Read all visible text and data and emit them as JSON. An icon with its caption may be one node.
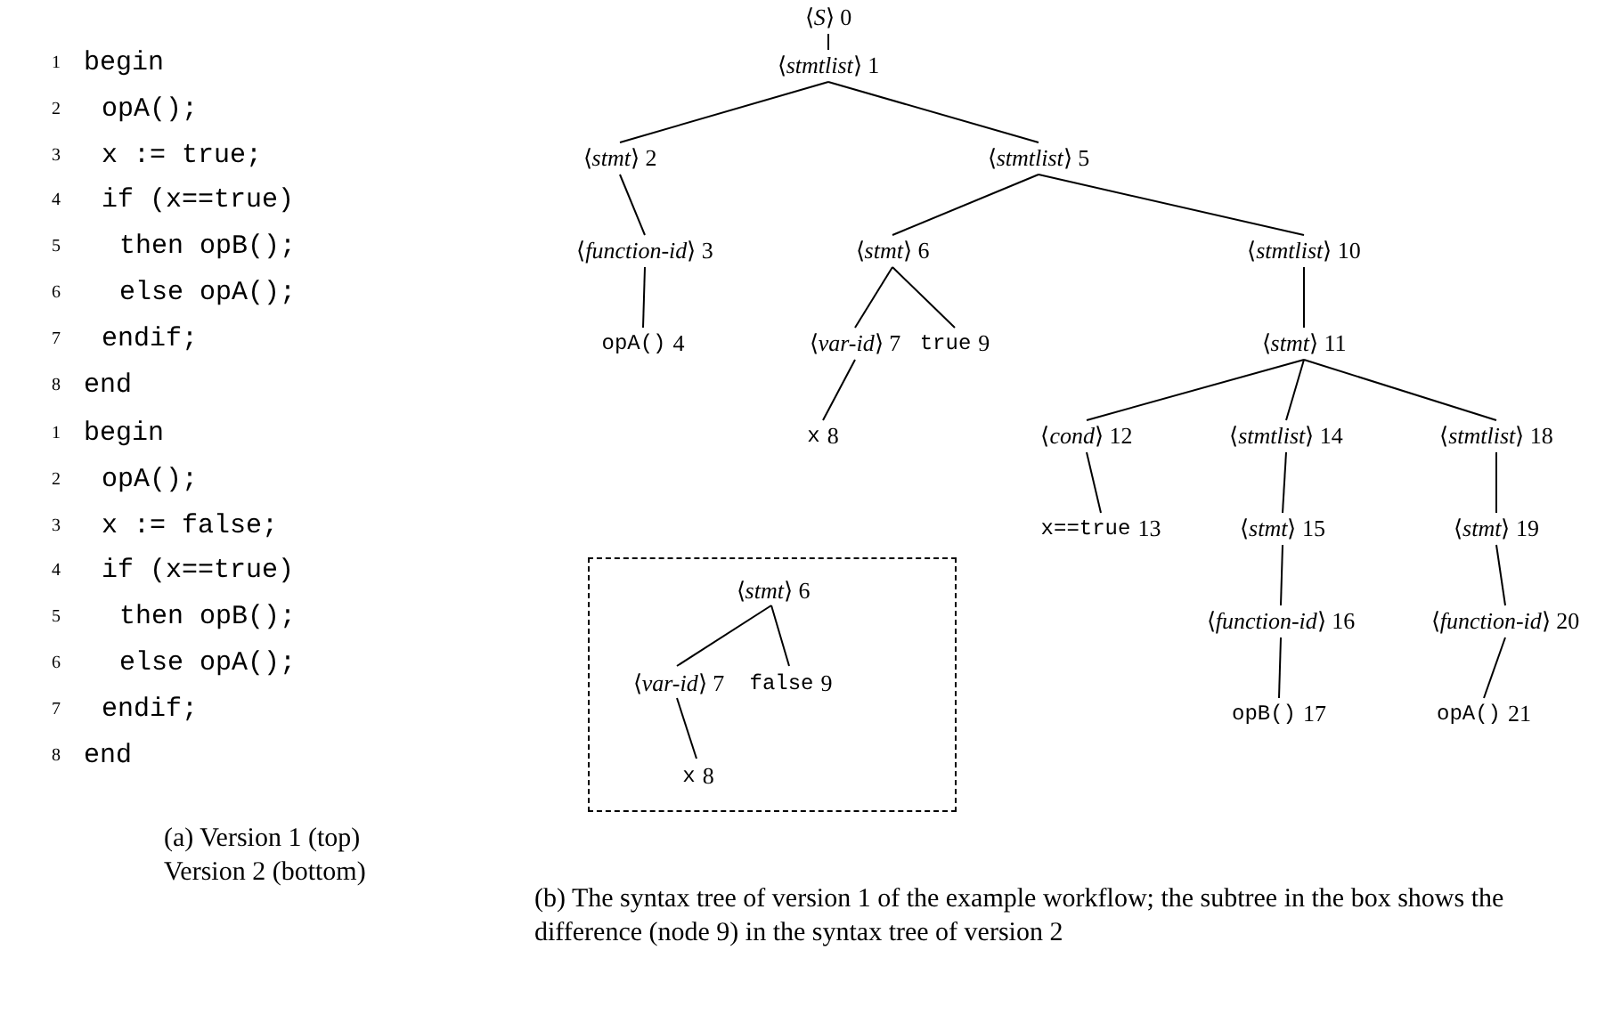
{
  "diagram": {
    "nodes": [
      {
        "text": [
          "⟨*S*⟩ 0"
        ]
      },
      {
        "text": [
          "⟨*stmtlist*⟩ 1"
        ]
      },
      {
        "text": [
          "⟨*stmt*⟩ 2"
        ]
      },
      {
        "text": [
          "⟨*stmtlist*⟩ 5"
        ]
      },
      {
        "text": [
          "⟨*function-id*⟩ 3"
        ]
      },
      {
        "text": [
          "⟨*stmt*⟩ 6"
        ]
      },
      {
        "text": [
          "⟨*stmtlist*⟩ 10"
        ]
      },
      {
        "text": [
          "opA()",
          "4"
        ]
      },
      {
        "text": [
          "⟨*var-id*⟩ 7"
        ]
      },
      {
        "text": [
          "true",
          "9"
        ]
      },
      {
        "text": [
          "⟨*stmt*⟩ 11"
        ]
      },
      {
        "text": [
          "x",
          "8"
        ]
      },
      {
        "text": [
          "⟨*cond*⟩ 12"
        ]
      },
      {
        "text": [
          "⟨*stmtlist*⟩ 14"
        ]
      },
      {
        "text": [
          "⟨*stmtlist*⟩ 18"
        ]
      },
      {
        "text": [
          "x==true",
          "13"
        ]
      },
      {
        "text": [
          "⟨*stmt*⟩ 15"
        ]
      },
      {
        "text": [
          "⟨*stmt*⟩ 19"
        ]
      },
      {
        "text": [
          "⟨*function-id*⟩ 16"
        ]
      },
      {
        "text": [
          "⟨*function-id*⟩ 20"
        ]
      },
      {
        "text": [
          "opB()",
          "17"
        ]
      },
      {
        "text": [
          "opA()",
          "21"
        ]
      },
      {
        "text": [],
        "shape": "box"
      },
      {
        "text": [
          "⟨*stmt*⟩ 6"
        ],
        "in": 22
      },
      {
        "text": [
          "⟨*var-id*⟩ 7"
        ],
        "in": 22
      },
      {
        "text": [
          "false",
          "9"
        ],
        "in": 22
      },
      {
        "text": [
          "x",
          "8"
        ],
        "in": 22
      }
    ],
    "edges": [
      {
        "from": 0,
        "to": 1,
        "arrow": "none"
      },
      {
        "from": 1,
        "to": 2,
        "arrow": "none"
      },
      {
        "from": 1,
        "to": 3,
        "arrow": "none"
      },
      {
        "from": 2,
        "to": 4,
        "arrow": "none"
      },
      {
        "from": 4,
        "to": 7,
        "arrow": "none"
      },
      {
        "from": 3,
        "to": 5,
        "arrow": "none"
      },
      {
        "from": 3,
        "to": 6,
        "arrow": "none"
      },
      {
        "from": 5,
        "to": 8,
        "arrow": "none"
      },
      {
        "from": 5,
        "to": 9,
        "arrow": "none"
      },
      {
        "from": 8,
        "to": 11,
        "arrow": "none"
      },
      {
        "from": 6,
        "to": 10,
        "arrow": "none"
      },
      {
        "from": 10,
        "to": 12,
        "arrow": "none"
      },
      {
        "from": 10,
        "to": 13,
        "arrow": "none"
      },
      {
        "from": 10,
        "to": 14,
        "arrow": "none"
      },
      {
        "from": 12,
        "to": 15,
        "arrow": "none"
      },
      {
        "from": 13,
        "to": 16,
        "arrow": "none"
      },
      {
        "from": 14,
        "to": 17,
        "arrow": "none"
      },
      {
        "from": 16,
        "to": 18,
        "arrow": "none"
      },
      {
        "from": 17,
        "to": 19,
        "arrow": "none"
      },
      {
        "from": 18,
        "to": 20,
        "arrow": "none"
      },
      {
        "from": 19,
        "to": 21,
        "arrow": "none"
      },
      {
        "from": 23,
        "to": 24,
        "arrow": "none"
      },
      {
        "from": 23,
        "to": 25,
        "arrow": "none"
      },
      {
        "from": 24,
        "to": 26,
        "arrow": "none"
      }
    ],
    "labels": [
      "1",
      "begin",
      "2",
      "opA();",
      "3",
      "x := true;",
      "4",
      "if (x==true)",
      "5",
      "then opB();",
      "6",
      "else opA();",
      "7",
      "endif;",
      "8",
      "end",
      "1",
      "begin",
      "2",
      "opA();",
      "3",
      "x := false;",
      "4",
      "if (x==true)",
      "5",
      "then opB();",
      "6",
      "else opA();",
      "7",
      "endif;",
      "8",
      "end",
      "(a) Version 1 (top) Version 2 (bottom)",
      "(b) The syntax tree of version 1 of the example workflow; the subtree in the box shows the difference (node 9) in the syntax tree of version 2"
    ]
  }
}
